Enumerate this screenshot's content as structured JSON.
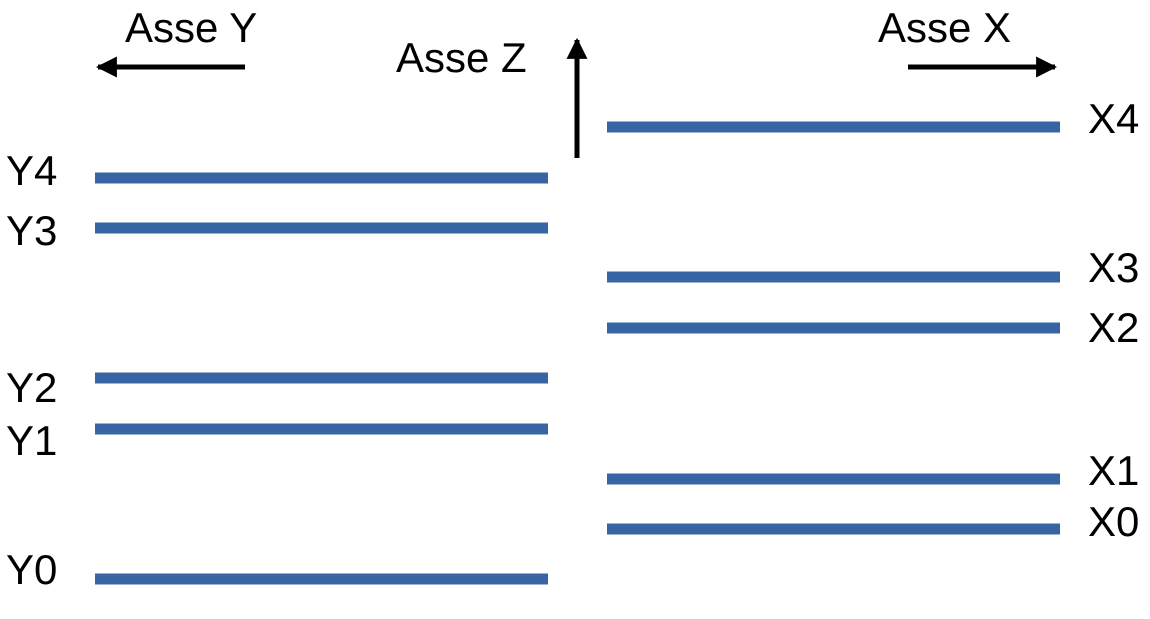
{
  "axes": {
    "y_title": "Asse Y",
    "z_title": "Asse Z",
    "x_title": "Asse X"
  },
  "colors": {
    "line": "#3765a4",
    "arrow": "#000000"
  },
  "y_levels": {
    "y0": "Y0",
    "y1": "Y1",
    "y2": "Y2",
    "y3": "Y3",
    "y4": "Y4"
  },
  "x_levels": {
    "x0": "X0",
    "x1": "X1",
    "x2": "X2",
    "x3": "X3",
    "x4": "X4"
  }
}
